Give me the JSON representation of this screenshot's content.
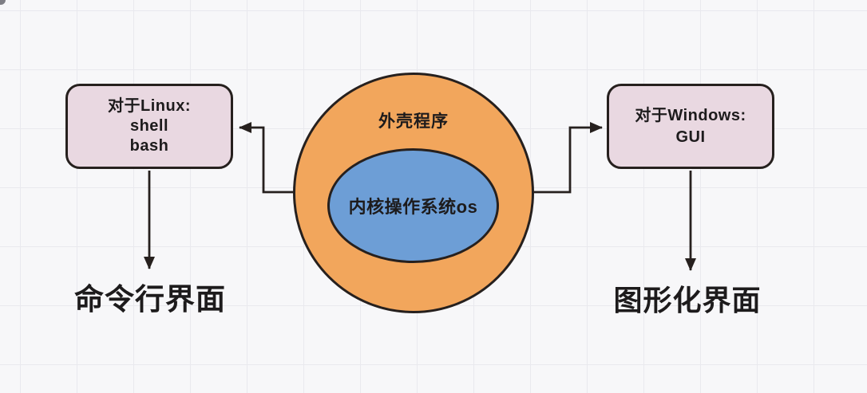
{
  "colors": {
    "background": "#F7F7F9",
    "grid_line": "#E9E9EE",
    "stroke": "#26201E",
    "text": "#1D1B1C",
    "shell_fill": "#F2A65C",
    "kernel_fill": "#6D9ED6",
    "box_fill": "#E9D8E1"
  },
  "diagram": {
    "shell_circle": {
      "label": "外壳程序"
    },
    "kernel_ellipse": {
      "label": "内核操作系统os"
    },
    "linux_box": {
      "lines": [
        "对于Linux:",
        "shell",
        "bash"
      ]
    },
    "windows_box": {
      "lines": [
        "对于Windows:",
        "GUI"
      ]
    },
    "cli_caption": "命令行界面",
    "gui_caption": "图形化界面"
  }
}
